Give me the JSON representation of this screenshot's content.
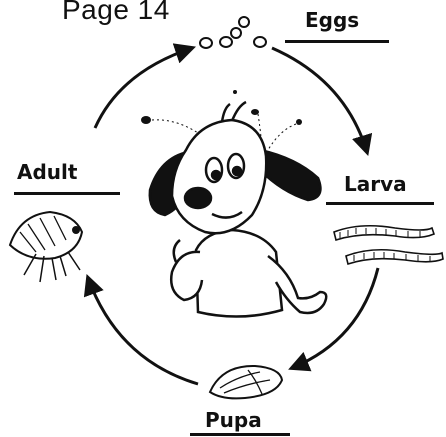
{
  "page": {
    "title": "Page 14"
  },
  "stages": {
    "eggs": {
      "label": "Eggs"
    },
    "larva": {
      "label": "Larva"
    },
    "pupa": {
      "label": "Pupa"
    },
    "adult": {
      "label": "Adult"
    }
  }
}
